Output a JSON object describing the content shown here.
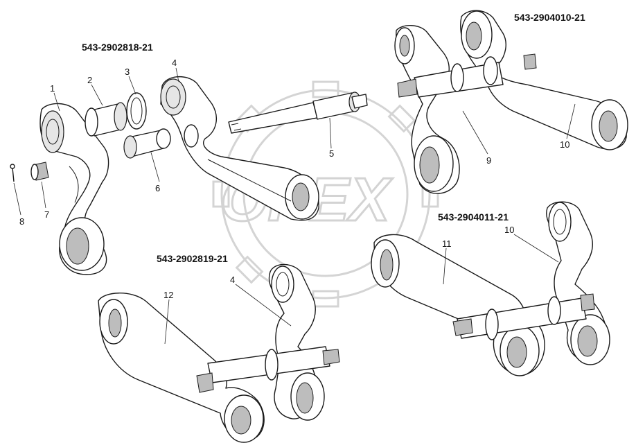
{
  "assemblies": [
    {
      "code": "543-2902818-21"
    },
    {
      "code": "543-2904010-21"
    },
    {
      "code": "543-2902819-21"
    },
    {
      "code": "543-2904011-21"
    }
  ],
  "callouts": [
    {
      "id": "c1",
      "text": "1"
    },
    {
      "id": "c2",
      "text": "2"
    },
    {
      "id": "c3",
      "text": "3"
    },
    {
      "id": "c4a",
      "text": "4"
    },
    {
      "id": "c5",
      "text": "5"
    },
    {
      "id": "c6",
      "text": "6"
    },
    {
      "id": "c7",
      "text": "7"
    },
    {
      "id": "c8",
      "text": "8"
    },
    {
      "id": "c9",
      "text": "9"
    },
    {
      "id": "c10a",
      "text": "10"
    },
    {
      "id": "c10b",
      "text": "10"
    },
    {
      "id": "c11",
      "text": "11"
    },
    {
      "id": "c12",
      "text": "12"
    },
    {
      "id": "c4b",
      "text": "4"
    }
  ],
  "watermark": {
    "text": "OPEX"
  }
}
